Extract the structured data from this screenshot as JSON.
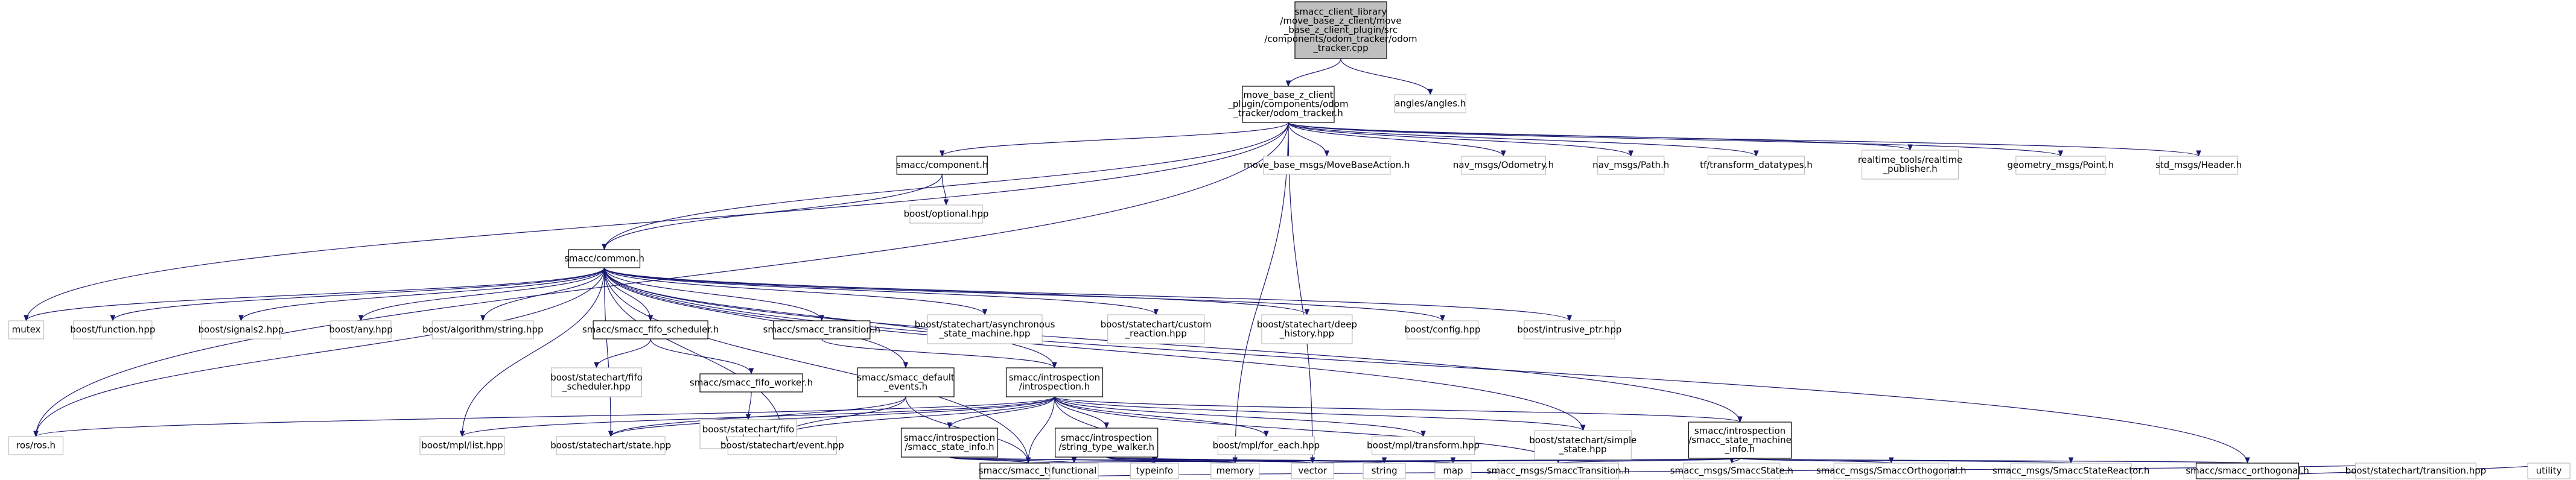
{
  "colors": {
    "root_fill": "#bfbfbf",
    "root_stroke": "#000000",
    "local_stroke": "#000000",
    "external_stroke": "#bfbfbf",
    "edge": "#191970",
    "background": "#ffffff"
  },
  "nodes": [
    {
      "id": "root",
      "kind": "root",
      "lines": [
        "smacc_client_library",
        "/move_base_z_client/move",
        "_base_z_client_plugin/src",
        "/components/odom_tracker/odom",
        "_tracker.cpp"
      ]
    },
    {
      "id": "odom_tracker_h",
      "kind": "local",
      "lines": [
        "move_base_z_client",
        "_plugin/components/odom",
        "_tracker/odom_tracker.h"
      ]
    },
    {
      "id": "angles_h",
      "kind": "external",
      "lines": [
        "angles/angles.h"
      ]
    },
    {
      "id": "smacc_component_h",
      "kind": "local",
      "lines": [
        "smacc/component.h"
      ]
    },
    {
      "id": "mbf_action_h",
      "kind": "external",
      "lines": [
        "move_base_msgs/MoveBaseAction.h"
      ]
    },
    {
      "id": "nav_odometry_h",
      "kind": "external",
      "lines": [
        "nav_msgs/Odometry.h"
      ]
    },
    {
      "id": "nav_path_h",
      "kind": "external",
      "lines": [
        "nav_msgs/Path.h"
      ]
    },
    {
      "id": "tf_datatypes_h",
      "kind": "external",
      "lines": [
        "tf/transform_datatypes.h"
      ]
    },
    {
      "id": "realtime_pub_h",
      "kind": "external",
      "lines": [
        "realtime_tools/realtime",
        "_publisher.h"
      ]
    },
    {
      "id": "geometry_point_h",
      "kind": "external",
      "lines": [
        "geometry_msgs/Point.h"
      ]
    },
    {
      "id": "std_header_h",
      "kind": "external",
      "lines": [
        "std_msgs/Header.h"
      ]
    },
    {
      "id": "boost_optional",
      "kind": "external",
      "lines": [
        "boost/optional.hpp"
      ]
    },
    {
      "id": "smacc_common_h",
      "kind": "local",
      "lines": [
        "smacc/common.h"
      ]
    },
    {
      "id": "mutex",
      "kind": "external",
      "lines": [
        "mutex"
      ]
    },
    {
      "id": "boost_function",
      "kind": "external",
      "lines": [
        "boost/function.hpp"
      ]
    },
    {
      "id": "boost_signals2",
      "kind": "external",
      "lines": [
        "boost/signals2.hpp"
      ]
    },
    {
      "id": "boost_any",
      "kind": "external",
      "lines": [
        "boost/any.hpp"
      ]
    },
    {
      "id": "boost_algorithm_string",
      "kind": "external",
      "lines": [
        "boost/algorithm/string.hpp"
      ]
    },
    {
      "id": "fifo_scheduler_h",
      "kind": "local",
      "lines": [
        "smacc/smacc_fifo_scheduler.h"
      ]
    },
    {
      "id": "smacc_transition_h",
      "kind": "local",
      "lines": [
        "smacc/smacc_transition.h"
      ]
    },
    {
      "id": "async_sm",
      "kind": "external",
      "lines": [
        "boost/statechart/asynchronous",
        "_state_machine.hpp"
      ]
    },
    {
      "id": "custom_reaction",
      "kind": "external",
      "lines": [
        "boost/statechart/custom",
        "_reaction.hpp"
      ]
    },
    {
      "id": "deep_history",
      "kind": "external",
      "lines": [
        "boost/statechart/deep",
        "_history.hpp"
      ]
    },
    {
      "id": "boost_config",
      "kind": "external",
      "lines": [
        "boost/config.hpp"
      ]
    },
    {
      "id": "intrusive_ptr",
      "kind": "external",
      "lines": [
        "boost/intrusive_ptr.hpp"
      ]
    },
    {
      "id": "statechart_fifo_scheduler",
      "kind": "external",
      "lines": [
        "boost/statechart/fifo",
        "_scheduler.hpp"
      ]
    },
    {
      "id": "fifo_worker_h",
      "kind": "local",
      "lines": [
        "smacc/smacc_fifo_worker.h"
      ]
    },
    {
      "id": "default_events_h",
      "kind": "local",
      "lines": [
        "smacc/smacc_default",
        "_events.h"
      ]
    },
    {
      "id": "introspection_h",
      "kind": "local",
      "lines": [
        "smacc/introspection",
        "/introspection.h"
      ]
    },
    {
      "id": "statechart_fifo_worker",
      "kind": "external",
      "lines": [
        "boost/statechart/fifo",
        "_worker.hpp"
      ]
    },
    {
      "id": "ros_h",
      "kind": "external",
      "lines": [
        "ros/ros.h"
      ]
    },
    {
      "id": "mpl_list",
      "kind": "external",
      "lines": [
        "boost/mpl/list.hpp"
      ]
    },
    {
      "id": "statechart_state",
      "kind": "external",
      "lines": [
        "boost/statechart/state.hpp"
      ]
    },
    {
      "id": "statechart_event",
      "kind": "external",
      "lines": [
        "boost/statechart/event.hpp"
      ]
    },
    {
      "id": "state_info_h",
      "kind": "local",
      "lines": [
        "smacc/introspection",
        "/smacc_state_info.h"
      ]
    },
    {
      "id": "string_type_walker_h",
      "kind": "local",
      "lines": [
        "smacc/introspection",
        "/string_type_walker.h"
      ]
    },
    {
      "id": "mpl_for_each",
      "kind": "external",
      "lines": [
        "boost/mpl/for_each.hpp"
      ]
    },
    {
      "id": "mpl_transform",
      "kind": "external",
      "lines": [
        "boost/mpl/transform.hpp"
      ]
    },
    {
      "id": "simple_state",
      "kind": "external",
      "lines": [
        "boost/statechart/simple",
        "_state.hpp"
      ]
    },
    {
      "id": "sm_info_h",
      "kind": "local",
      "lines": [
        "smacc/introspection",
        "/smacc_state_machine",
        "_info.h"
      ]
    },
    {
      "id": "smacc_types_h",
      "kind": "local",
      "lines": [
        "smacc/smacc_types.h"
      ]
    },
    {
      "id": "functional",
      "kind": "external",
      "lines": [
        "functional"
      ]
    },
    {
      "id": "typeinfo",
      "kind": "external",
      "lines": [
        "typeinfo"
      ]
    },
    {
      "id": "memory",
      "kind": "external",
      "lines": [
        "memory"
      ]
    },
    {
      "id": "vector",
      "kind": "external",
      "lines": [
        "vector"
      ]
    },
    {
      "id": "string",
      "kind": "external",
      "lines": [
        "string"
      ]
    },
    {
      "id": "map",
      "kind": "external",
      "lines": [
        "map"
      ]
    },
    {
      "id": "msg_transition",
      "kind": "external",
      "lines": [
        "smacc_msgs/SmaccTransition.h"
      ]
    },
    {
      "id": "msg_state",
      "kind": "external",
      "lines": [
        "smacc_msgs/SmaccState.h"
      ]
    },
    {
      "id": "msg_orthogonal",
      "kind": "external",
      "lines": [
        "smacc_msgs/SmaccOrthogonal.h"
      ]
    },
    {
      "id": "msg_state_reactor",
      "kind": "external",
      "lines": [
        "smacc_msgs/SmaccStateReactor.h"
      ]
    },
    {
      "id": "smacc_orthogonal_h",
      "kind": "local",
      "lines": [
        "smacc/smacc_orthogonal.h"
      ]
    },
    {
      "id": "statechart_transition",
      "kind": "external",
      "lines": [
        "boost/statechart/transition.hpp"
      ]
    },
    {
      "id": "utility",
      "kind": "external",
      "lines": [
        "utility"
      ]
    }
  ],
  "edges": [
    [
      "root",
      "odom_tracker_h"
    ],
    [
      "root",
      "angles_h"
    ],
    [
      "odom_tracker_h",
      "smacc_component_h"
    ],
    [
      "odom_tracker_h",
      "smacc_common_h"
    ],
    [
      "odom_tracker_h",
      "mbf_action_h"
    ],
    [
      "odom_tracker_h",
      "nav_odometry_h"
    ],
    [
      "odom_tracker_h",
      "nav_path_h"
    ],
    [
      "odom_tracker_h",
      "tf_datatypes_h"
    ],
    [
      "odom_tracker_h",
      "realtime_pub_h"
    ],
    [
      "odom_tracker_h",
      "geometry_point_h"
    ],
    [
      "odom_tracker_h",
      "std_header_h"
    ],
    [
      "odom_tracker_h",
      "mutex"
    ],
    [
      "odom_tracker_h",
      "ros_h"
    ],
    [
      "odom_tracker_h",
      "vector"
    ],
    [
      "odom_tracker_h",
      "memory"
    ],
    [
      "smacc_component_h",
      "boost_optional"
    ],
    [
      "smacc_component_h",
      "smacc_common_h"
    ],
    [
      "smacc_common_h",
      "mutex"
    ],
    [
      "smacc_common_h",
      "boost_function"
    ],
    [
      "smacc_common_h",
      "boost_signals2"
    ],
    [
      "smacc_common_h",
      "boost_any"
    ],
    [
      "smacc_common_h",
      "boost_algorithm_string"
    ],
    [
      "smacc_common_h",
      "fifo_scheduler_h"
    ],
    [
      "smacc_common_h",
      "smacc_transition_h"
    ],
    [
      "smacc_common_h",
      "async_sm"
    ],
    [
      "smacc_common_h",
      "custom_reaction"
    ],
    [
      "smacc_common_h",
      "deep_history"
    ],
    [
      "smacc_common_h",
      "boost_config"
    ],
    [
      "smacc_common_h",
      "intrusive_ptr"
    ],
    [
      "smacc_common_h",
      "default_events_h"
    ],
    [
      "smacc_common_h",
      "introspection_h"
    ],
    [
      "smacc_common_h",
      "ros_h"
    ],
    [
      "smacc_common_h",
      "mpl_list"
    ],
    [
      "smacc_common_h",
      "statechart_state"
    ],
    [
      "smacc_common_h",
      "statechart_event"
    ],
    [
      "smacc_common_h",
      "simple_state"
    ],
    [
      "smacc_common_h",
      "sm_info_h"
    ],
    [
      "smacc_common_h",
      "smacc_types_h"
    ],
    [
      "fifo_scheduler_h",
      "statechart_fifo_scheduler"
    ],
    [
      "fifo_scheduler_h",
      "fifo_worker_h"
    ],
    [
      "fifo_worker_h",
      "statechart_fifo_worker"
    ],
    [
      "smacc_transition_h",
      "introspection_h"
    ],
    [
      "default_events_h",
      "statechart_state"
    ],
    [
      "default_events_h",
      "statechart_event"
    ],
    [
      "default_events_h",
      "smacc_types_h"
    ],
    [
      "introspection_h",
      "ros_h"
    ],
    [
      "introspection_h",
      "mpl_list"
    ],
    [
      "introspection_h",
      "statechart_state"
    ],
    [
      "introspection_h",
      "statechart_event"
    ],
    [
      "introspection_h",
      "state_info_h"
    ],
    [
      "introspection_h",
      "string_type_walker_h"
    ],
    [
      "introspection_h",
      "mpl_for_each"
    ],
    [
      "introspection_h",
      "mpl_transform"
    ],
    [
      "introspection_h",
      "simple_state"
    ],
    [
      "introspection_h",
      "sm_info_h"
    ],
    [
      "introspection_h",
      "typeinfo"
    ],
    [
      "introspection_h",
      "msg_transition"
    ],
    [
      "introspection_h",
      "smacc_types_h"
    ],
    [
      "state_info_h",
      "smacc_types_h"
    ],
    [
      "state_info_h",
      "functional"
    ],
    [
      "state_info_h",
      "memory"
    ],
    [
      "state_info_h",
      "vector"
    ],
    [
      "string_type_walker_h",
      "typeinfo"
    ],
    [
      "string_type_walker_h",
      "memory"
    ],
    [
      "string_type_walker_h",
      "vector"
    ],
    [
      "string_type_walker_h",
      "string"
    ],
    [
      "string_type_walker_h",
      "map"
    ],
    [
      "sm_info_h",
      "smacc_types_h"
    ],
    [
      "sm_info_h",
      "vector"
    ],
    [
      "sm_info_h",
      "msg_transition"
    ],
    [
      "sm_info_h",
      "msg_state"
    ],
    [
      "sm_info_h",
      "msg_orthogonal"
    ],
    [
      "sm_info_h",
      "msg_state_reactor"
    ],
    [
      "sm_info_h",
      "smacc_orthogonal_h"
    ],
    [
      "smacc_types_h",
      "statechart_transition"
    ],
    [
      "smacc_orthogonal_h",
      "smacc_common_h"
    ],
    [
      "smacc_orthogonal_h",
      "utility"
    ]
  ]
}
